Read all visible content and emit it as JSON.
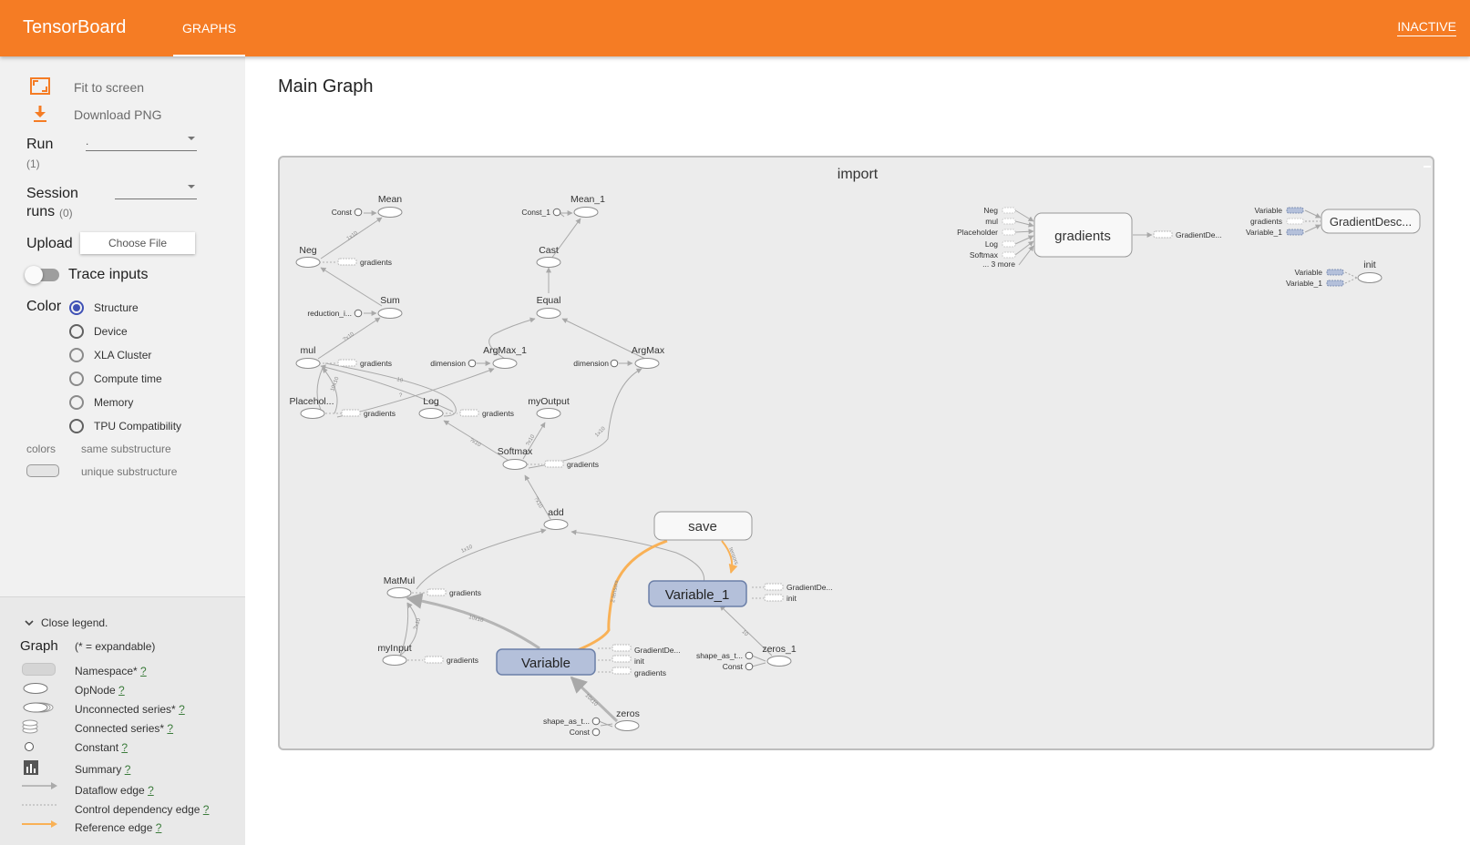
{
  "topbar": {
    "brand": "TensorBoard",
    "tab": "GRAPHS",
    "status": "INACTIVE"
  },
  "sidebar": {
    "fit_to_screen": "Fit to screen",
    "download_png": "Download PNG",
    "run_label": "Run",
    "run_count": "(1)",
    "run_value": ".",
    "session_label_1": "Session",
    "session_label_2": "runs",
    "session_count": "(0)",
    "session_value": "",
    "upload_label": "Upload",
    "choose_file": "Choose File",
    "trace_inputs": "Trace inputs",
    "color_label": "Color",
    "color_options": [
      "Structure",
      "Device",
      "XLA Cluster",
      "Compute time",
      "Memory",
      "TPU Compatibility"
    ],
    "color_selected": "Structure",
    "colors_label": "colors",
    "same_sub": "same substructure",
    "unique_sub": "unique substructure",
    "accent": "#3f51b5"
  },
  "legend": {
    "close": "Close legend.",
    "graph": "Graph",
    "expandable": "(* = expandable)",
    "items": [
      "Namespace*",
      "OpNode",
      "Unconnected series*",
      "Connected series*",
      "Constant",
      "Summary",
      "Dataflow edge",
      "Control dependency edge",
      "Reference edge"
    ],
    "q": "?"
  },
  "main": {
    "title": "Main Graph"
  },
  "graph": {
    "namespace": "import",
    "colors": {
      "bg": "#ececec",
      "edge": "#a8a8a8",
      "ref_edge": "#f9b156",
      "var_fill": "#b4c0da",
      "var_stroke": "#6b7fa8"
    },
    "nodes": {
      "mean": "Mean",
      "const": "Const",
      "neg": "Neg",
      "gradients": "gradients",
      "sum": "Sum",
      "reduction": "reduction_i...",
      "mul": "mul",
      "placeholder": "Placehol...",
      "log": "Log",
      "mean_1": "Mean_1",
      "const_1": "Const_1",
      "cast": "Cast",
      "equal": "Equal",
      "argmax_1": "ArgMax_1",
      "argmax": "ArgMax",
      "dimension": "dimension",
      "myoutput": "myOutput",
      "softmax": "Softmax",
      "add": "add",
      "save": "save",
      "matmul": "MatMul",
      "myinput": "myInput",
      "variable": "Variable",
      "variable_1": "Variable_1",
      "gradientde": "GradientDe...",
      "init": "init",
      "zeros": "zeros",
      "zeros_1": "zeros_1",
      "shape_as_t": "shape_as_t...",
      "gradientdesc": "GradientDesc...",
      "grad_in_neg": "Neg",
      "grad_in_mul": "mul",
      "grad_in_placeholder": "Placeholder",
      "grad_in_log": "Log",
      "grad_in_softmax": "Softmax",
      "more": "... 3 more",
      "gd_in_variable": "Variable",
      "gd_in_gradients": "gradients",
      "gd_in_variable_1": "Variable_1",
      "init_in_variable": "Variable",
      "init_in_variable_1": "Variable_1"
    },
    "edge_labels": {
      "e1": "1x10",
      "e2": "?x10",
      "e3": "10x10",
      "e4": "10",
      "e5": "?",
      "e6": "?x10",
      "e7": "?x10",
      "e8": "1x10",
      "e9": "10x10",
      "e10": "10",
      "e11": "tensors",
      "e12": "2 tensors"
    }
  }
}
